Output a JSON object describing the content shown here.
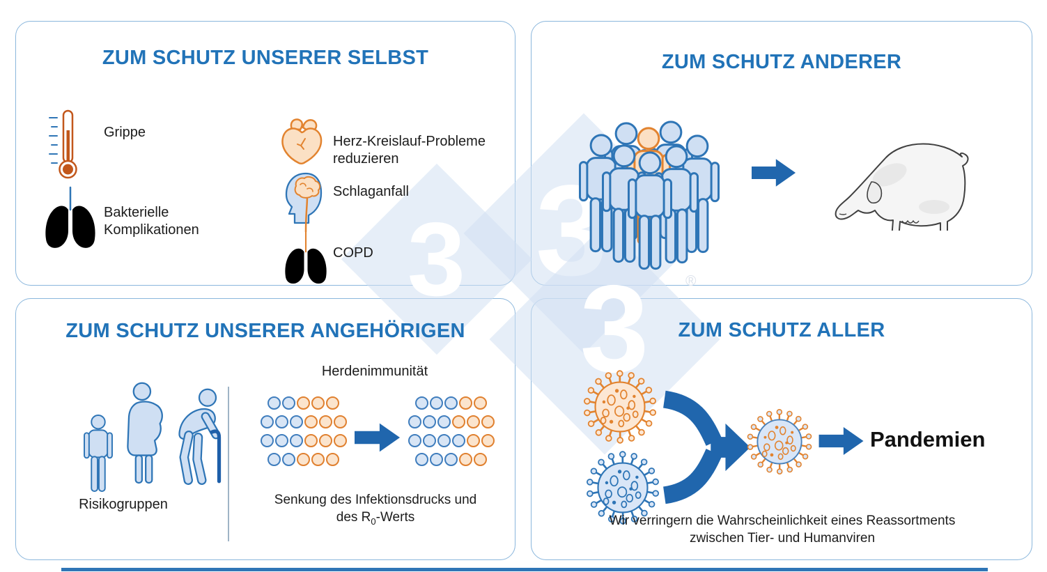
{
  "watermark": {
    "glyph": "3",
    "registered": "®"
  },
  "colors": {
    "title_blue": "#2173b8",
    "accent_blue": "#2e75b6",
    "arrow_blue": "#2066ad",
    "fill_blue": "#cfdff3",
    "fill_orange": "#fbe0c4",
    "stroke_orange": "#e2832f",
    "dot_blue_fill": "#d8e5f5",
    "dot_blue_stroke": "#3f7dbd",
    "dot_orange_fill": "#fbe4cd",
    "dot_orange_stroke": "#e0802f",
    "virus_blue_body": "#d9e6f7",
    "virus_orange_body": "#fce7d4",
    "text_dark": "#1c1c1c",
    "panel_border": "#8ab6dc",
    "watermark_fill": "rgba(210,224,242,0.55)",
    "cane_blue": "#1e5fa9",
    "thermo_orange": "#c2571b",
    "pig_fill": "#f5f5f5",
    "pig_stroke": "#404040",
    "pig_shade": "#dcdcdc",
    "divider": "#9fb4c6"
  },
  "panels": {
    "self": {
      "title": "ZUM SCHUTZ UNSERER SELBST",
      "grippe": "Grippe",
      "bakterielle_1": "Bakterielle",
      "bakterielle_2": "Komplikationen",
      "herz_1": "Herz-Kreislauf-Probleme",
      "herz_2": "reduzieren",
      "schlaganfall": "Schlaganfall",
      "copd": "COPD"
    },
    "others": {
      "title": "ZUM SCHUTZ ANDERER"
    },
    "relatives": {
      "title": "ZUM SCHUTZ UNSERER ANGEHÖRIGEN",
      "risk_label": "Risikogruppen",
      "herd_label": "Herdenimmunität",
      "caption_1": "Senkung des Infektionsdrucks und",
      "caption_2a": "des R",
      "caption_2_sub": "0",
      "caption_2b": "-Werts",
      "left_grid": [
        [
          "b",
          "b",
          "o",
          "o",
          "o"
        ],
        [
          "b",
          "b",
          "b",
          "o",
          "o",
          "o"
        ],
        [
          "b",
          "b",
          "b",
          "o",
          "o",
          "o"
        ],
        [
          "b",
          "b",
          "o",
          "o",
          "o"
        ]
      ],
      "right_grid": [
        [
          "b",
          "b",
          "b",
          "o",
          "o"
        ],
        [
          "b",
          "b",
          "b",
          "o",
          "o",
          "o"
        ],
        [
          "b",
          "b",
          "b",
          "b",
          "o",
          "o"
        ],
        [
          "b",
          "b",
          "b",
          "o",
          "o"
        ]
      ]
    },
    "all": {
      "title": "ZUM SCHUTZ ALLER",
      "result": "Pandemien",
      "caption_1": "Wir verringern die Wahrscheinlichkeit eines Reassortments",
      "caption_2": "zwischen Tier- und Humanviren"
    }
  }
}
